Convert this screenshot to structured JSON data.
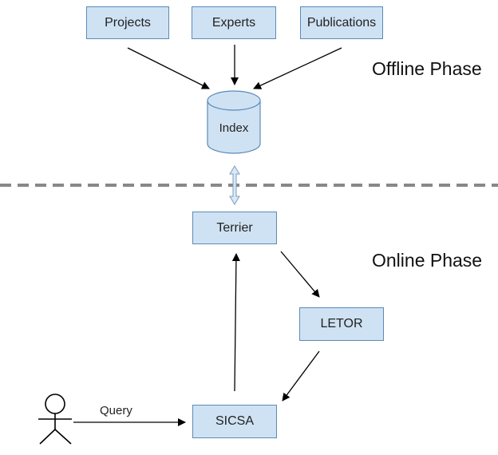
{
  "sources": {
    "projects": "Projects",
    "experts": "Experts",
    "publications": "Publications"
  },
  "index_label": "Index",
  "phases": {
    "offline": "Offline Phase",
    "online": "Online Phase"
  },
  "components": {
    "terrier": "Terrier",
    "letor": "LETOR",
    "sicsa": "SICSA"
  },
  "query_label": "Query",
  "colors": {
    "box_fill": "#cfe2f3",
    "box_border": "#5b8bb8",
    "divider": "#888888"
  }
}
